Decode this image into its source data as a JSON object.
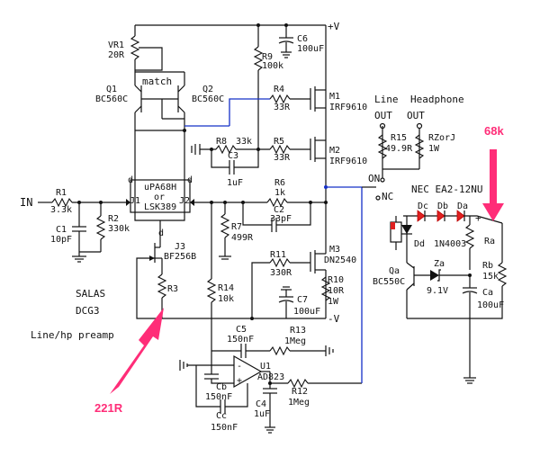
{
  "colors": {
    "annotation": "#ff2d78",
    "wire_blue": "#1530c8",
    "led": "#e02020",
    "ink": "#111111"
  },
  "supply": {
    "pos": "+V",
    "neg": "-V"
  },
  "input": {
    "label": "IN"
  },
  "components": {
    "vr1": {
      "ref": "VR1",
      "value": "20R"
    },
    "q1": {
      "ref": "Q1",
      "value": "BC560C"
    },
    "q2": {
      "ref": "Q2",
      "value": "BC560C"
    },
    "match": "match",
    "r9": {
      "ref": "R9",
      "value": "100k"
    },
    "c6": {
      "ref": "C6",
      "value": "100uF"
    },
    "r4": {
      "ref": "R4",
      "value": "33R"
    },
    "m1": {
      "ref": "M1",
      "value": "IRF9610"
    },
    "m2": {
      "ref": "M2",
      "value": "IRF9610"
    },
    "r8": {
      "ref": "R8",
      "value": "33k"
    },
    "r5": {
      "ref": "R5",
      "value": "33R"
    },
    "c3": {
      "ref": "C3",
      "value": "1uF"
    },
    "r1": {
      "ref": "R1",
      "value": "3.3k"
    },
    "c1": {
      "ref": "C1",
      "value": "10pF"
    },
    "r2": {
      "ref": "R2",
      "value": "330k"
    },
    "jfet_pair": {
      "line1": "uPA68H",
      "line2": "or",
      "line3": "LSK389",
      "j1": "J1",
      "j2": "J2",
      "d1": "d",
      "d2": "d"
    },
    "r6": {
      "ref": "R6",
      "value": "1k"
    },
    "c2": {
      "ref": "C2",
      "value": "33pF"
    },
    "r7": {
      "ref": "R7",
      "value": "499R"
    },
    "j3": {
      "ref": "J3",
      "value": "BF256B",
      "d": "d"
    },
    "r3": {
      "ref": "R3"
    },
    "r14": {
      "ref": "R14",
      "value": "10k"
    },
    "r11": {
      "ref": "R11",
      "value": "330R"
    },
    "m3": {
      "ref": "M3",
      "value": "DN2540"
    },
    "r10": {
      "ref": "R10",
      "value1": "10R",
      "value2": "1W"
    },
    "c7": {
      "ref": "C7",
      "value": "100uF"
    },
    "c5": {
      "ref": "C5",
      "value": "150nF"
    },
    "r13": {
      "ref": "R13",
      "value": "1Meg"
    },
    "u1": {
      "ref": "U1",
      "value": "AD823"
    },
    "cb": {
      "ref": "Cb",
      "value": "150nF"
    },
    "cc": {
      "ref": "Cc",
      "value": "150nF"
    },
    "c4": {
      "ref": "C4",
      "value": "1uF"
    },
    "r12": {
      "ref": "R12",
      "value": "1Meg"
    },
    "r15": {
      "ref": "R15",
      "value": "49.9R"
    },
    "rzorj": {
      "ref": "RZorJ",
      "value": "1W"
    },
    "nec": {
      "label": "NEC EA2-12NU"
    },
    "dc": "Dc",
    "db": "Db",
    "da": "Da",
    "dd": {
      "ref": "Dd",
      "value": "1N4003"
    },
    "ra": "Ra",
    "rb": {
      "ref": "Rb",
      "value": "15k"
    },
    "qa": {
      "ref": "Qa",
      "value": "BC550C"
    },
    "za": {
      "ref": "Za",
      "value": "9.1V"
    },
    "ca": {
      "ref": "Ca",
      "value": "100uF"
    }
  },
  "outputs": {
    "line": "Line",
    "headphone": "Headphone",
    "out1": "OUT",
    "out2": "OUT",
    "on": "ON",
    "nc": "NC"
  },
  "credits": {
    "author": "SALAS",
    "model": "DCG3",
    "desc": "Line/hp preamp"
  },
  "annotations": {
    "ra_value": "68k",
    "r3_value": "221R"
  }
}
